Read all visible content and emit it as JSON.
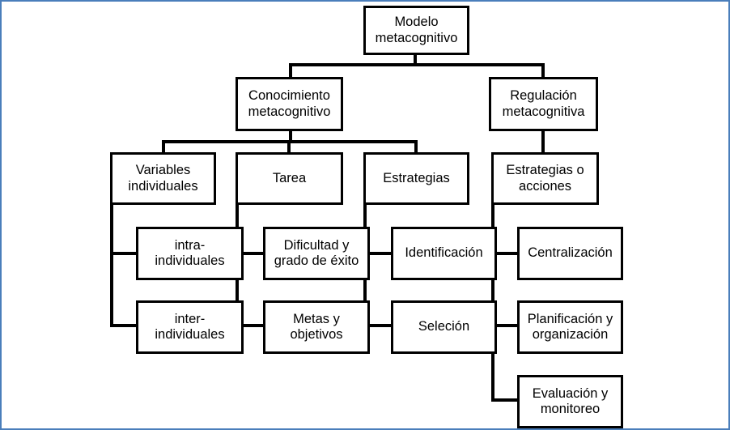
{
  "diagram": {
    "title": "Modelo metacognitivo",
    "type": "hierarchy-tree",
    "frame_border_color": "#4a7ebb",
    "box_border_color": "#000000",
    "box_fill_color": "#ffffff",
    "connector_color": "#000000",
    "nodes": {
      "root": "Modelo\nmetacognitivo",
      "l2_left": "Conocimiento\nmetacognitivo",
      "l2_right": "Regulación\nmetacognitiva",
      "l3_variables": "Variables\nindividuales",
      "l3_tarea": "Tarea",
      "l3_estrategias": "Estrategias",
      "l3_estrategias_acciones": "Estrategias o\nacciones",
      "l4_intra": "intra-\nindividuales",
      "l4_inter": "inter-\nindividuales",
      "l4_dificultad": "Dificultad y\ngrado de éxito",
      "l4_metas": "Metas y\nobjetivos",
      "l4_identificacion": "Identificación",
      "l4_seleccion": "Seleción",
      "l4_centralizacion": "Centralización",
      "l4_planificacion": "Planificación y\norganización",
      "l4_evaluacion": "Evaluación y\nmonitoreo"
    }
  }
}
